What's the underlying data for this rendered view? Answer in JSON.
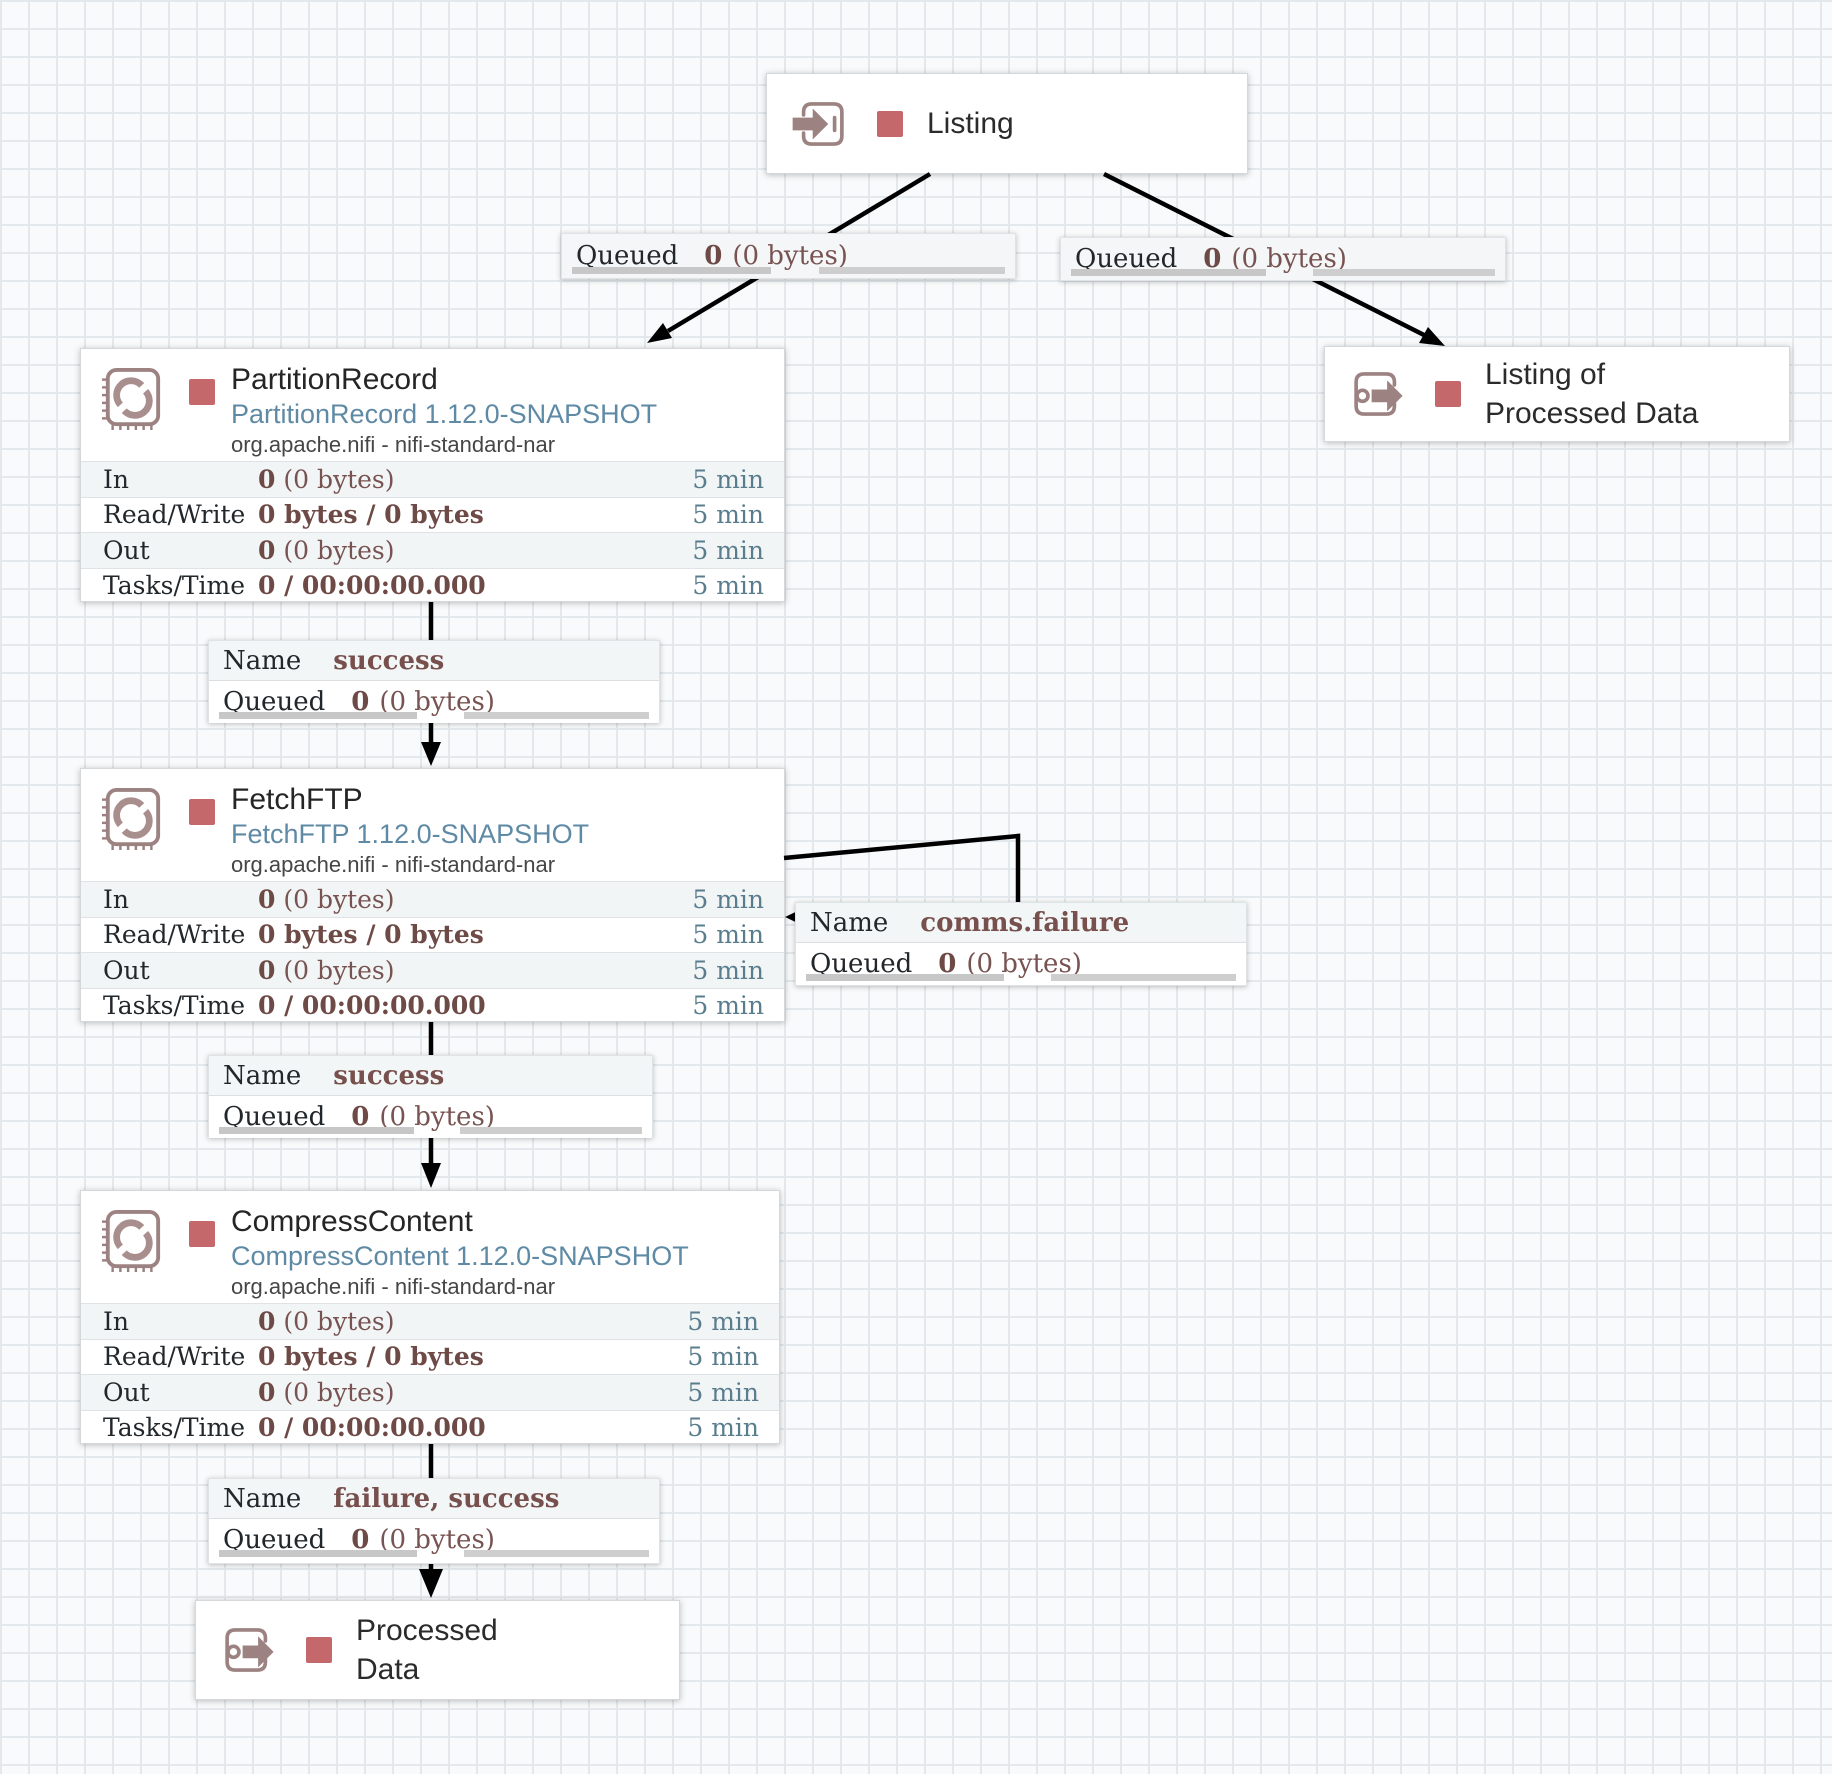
{
  "ui": {
    "stats": {
      "in": "In",
      "read_write": "Read/Write",
      "out": "Out",
      "tasks": "Tasks/Time",
      "window": "5 min",
      "name": "Name",
      "queued": "Queued"
    }
  },
  "ports": {
    "listing": {
      "label": "Listing"
    },
    "listing_of_processed_data": {
      "line1": "Listing of",
      "line2": "Processed Data"
    },
    "processed_data": {
      "line1": "Processed",
      "line2": "Data"
    }
  },
  "processors": [
    {
      "title": "PartitionRecord",
      "type": "PartitionRecord 1.12.0-SNAPSHOT",
      "bundle": "org.apache.nifi - nifi-standard-nar",
      "in_count": "0",
      "in_size": "(0 bytes)",
      "read_write": "0 bytes / 0 bytes",
      "out_count": "0",
      "out_size": "(0 bytes)",
      "tasks": "0 / 00:00:00.000"
    },
    {
      "title": "FetchFTP",
      "type": "FetchFTP 1.12.0-SNAPSHOT",
      "bundle": "org.apache.nifi - nifi-standard-nar",
      "in_count": "0",
      "in_size": "(0 bytes)",
      "read_write": "0 bytes / 0 bytes",
      "out_count": "0",
      "out_size": "(0 bytes)",
      "tasks": "0 / 00:00:00.000"
    },
    {
      "title": "CompressContent",
      "type": "CompressContent 1.12.0-SNAPSHOT",
      "bundle": "org.apache.nifi - nifi-standard-nar",
      "in_count": "0",
      "in_size": "(0 bytes)",
      "read_write": "0 bytes / 0 bytes",
      "out_count": "0",
      "out_size": "(0 bytes)",
      "tasks": "0 / 00:00:00.000"
    }
  ],
  "connections": [
    {
      "queued_count": "0",
      "queued_size": "(0 bytes)"
    },
    {
      "queued_count": "0",
      "queued_size": "(0 bytes)"
    },
    {
      "name": "success",
      "queued_count": "0",
      "queued_size": "(0 bytes)"
    },
    {
      "name": "comms.failure",
      "queued_count": "0",
      "queued_size": "(0 bytes)"
    },
    {
      "name": "success",
      "queued_count": "0",
      "queued_size": "(0 bytes)"
    },
    {
      "name": "failure, success",
      "queued_count": "0",
      "queued_size": "(0 bytes)"
    }
  ],
  "colors": {
    "stopped_state": "#c4686c",
    "port_icon": "#9d8282",
    "processor_icon": "#9b8080",
    "value_text": "#775351",
    "time_text": "#5a7d8e",
    "type_text": "#5f8aa5",
    "grid_line": "#e2e8ec",
    "canvas_bg": "#f8fafb"
  }
}
